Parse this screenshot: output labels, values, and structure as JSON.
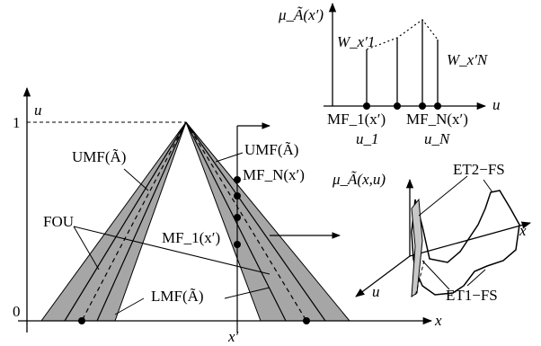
{
  "main_plot": {
    "u_axis_label": "u",
    "x_axis_label": "x",
    "tick_one": "1",
    "tick_zero": "0",
    "x_prime_label": "x′",
    "umf_left_label": "UMF(Ã)",
    "umf_right_label": "UMF(Ã)",
    "fou_label": "FOU",
    "lmf_label": "LMF(Ã)",
    "mfn_label": "MF_N(x′)",
    "mf1_label": "MF_1(x′)"
  },
  "vertical_slice": {
    "y_label": "μ_Ã(x′)",
    "u_label": "u",
    "w_first_label": "W_x′1",
    "w_last_label": "W_x′N",
    "mf1_label": "MF_1(x′)",
    "mfn_label": "MF_N(x′)",
    "u1_label": "u_1",
    "un_label": "u_N"
  },
  "three_d": {
    "mu_label": "μ_Ã(x,u)",
    "x_label": "x",
    "u_label": "u",
    "et2_label": "ET2−FS",
    "et1_label": "ET1−FS"
  },
  "colors": {
    "fou_fill": "#a6a6a6",
    "ink": "#000000"
  }
}
